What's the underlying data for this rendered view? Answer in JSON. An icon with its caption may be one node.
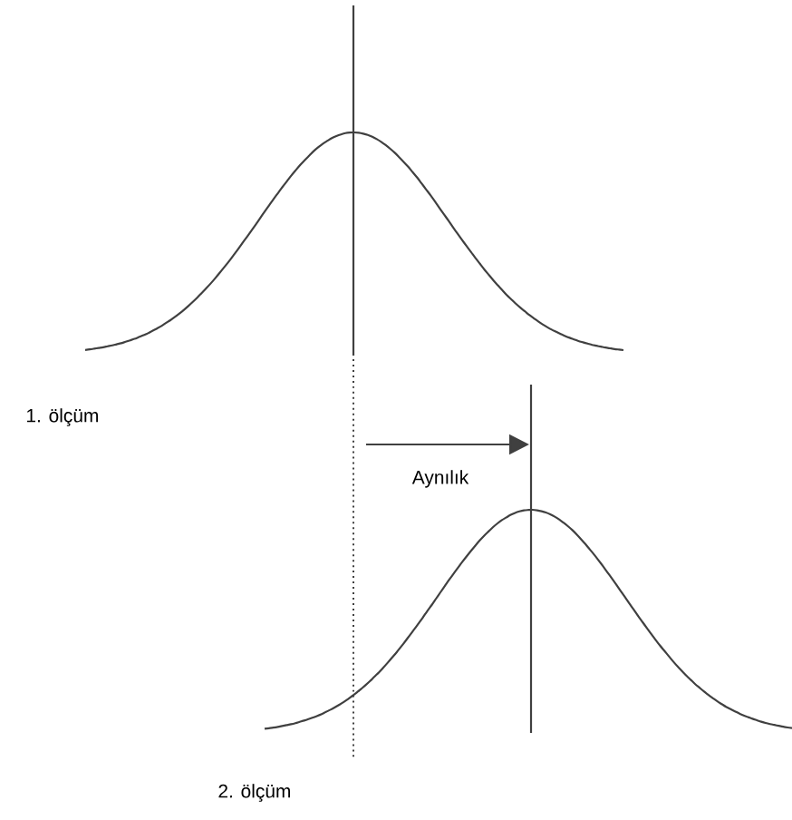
{
  "diagram": {
    "labels": [
      "1. ölçüm",
      "Aynılık",
      "2. ölçüm"
    ]
  }
}
